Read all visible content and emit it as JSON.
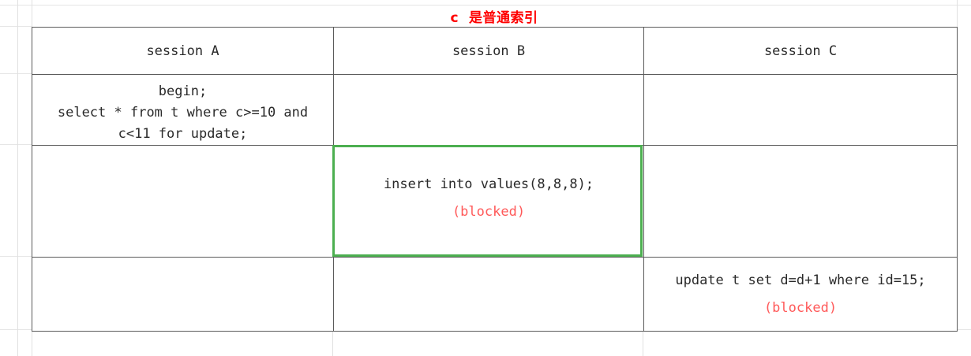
{
  "title": {
    "text": "c  是普通索引",
    "color": "#ff0000"
  },
  "colors": {
    "title_red": "#ff0000",
    "blocked_red": "#ff5a5a",
    "highlight_green": "#4CAF50",
    "table_border": "#5a5a5a",
    "grid_line": "#e6e6e6",
    "text": "#2a2a2a"
  },
  "table": {
    "headers": [
      {
        "label": "session A"
      },
      {
        "label": "session B"
      },
      {
        "label": "session C"
      }
    ],
    "rows": [
      {
        "cells": [
          {
            "text": "begin;\nselect * from t where c>=10 and\nc<11 for update;",
            "blocked": ""
          },
          {
            "text": "",
            "blocked": ""
          },
          {
            "text": "",
            "blocked": ""
          }
        ]
      },
      {
        "cells": [
          {
            "text": "",
            "blocked": ""
          },
          {
            "text": "insert into values(8,8,8);",
            "blocked": "(blocked)"
          },
          {
            "text": "",
            "blocked": ""
          }
        ]
      },
      {
        "cells": [
          {
            "text": "",
            "blocked": ""
          },
          {
            "text": "",
            "blocked": ""
          },
          {
            "text": "update t set d=d+1 where id=15;",
            "blocked": "(blocked)"
          }
        ]
      }
    ]
  },
  "highlight": {
    "target": "session-B-row-2",
    "color": "#4CAF50"
  }
}
